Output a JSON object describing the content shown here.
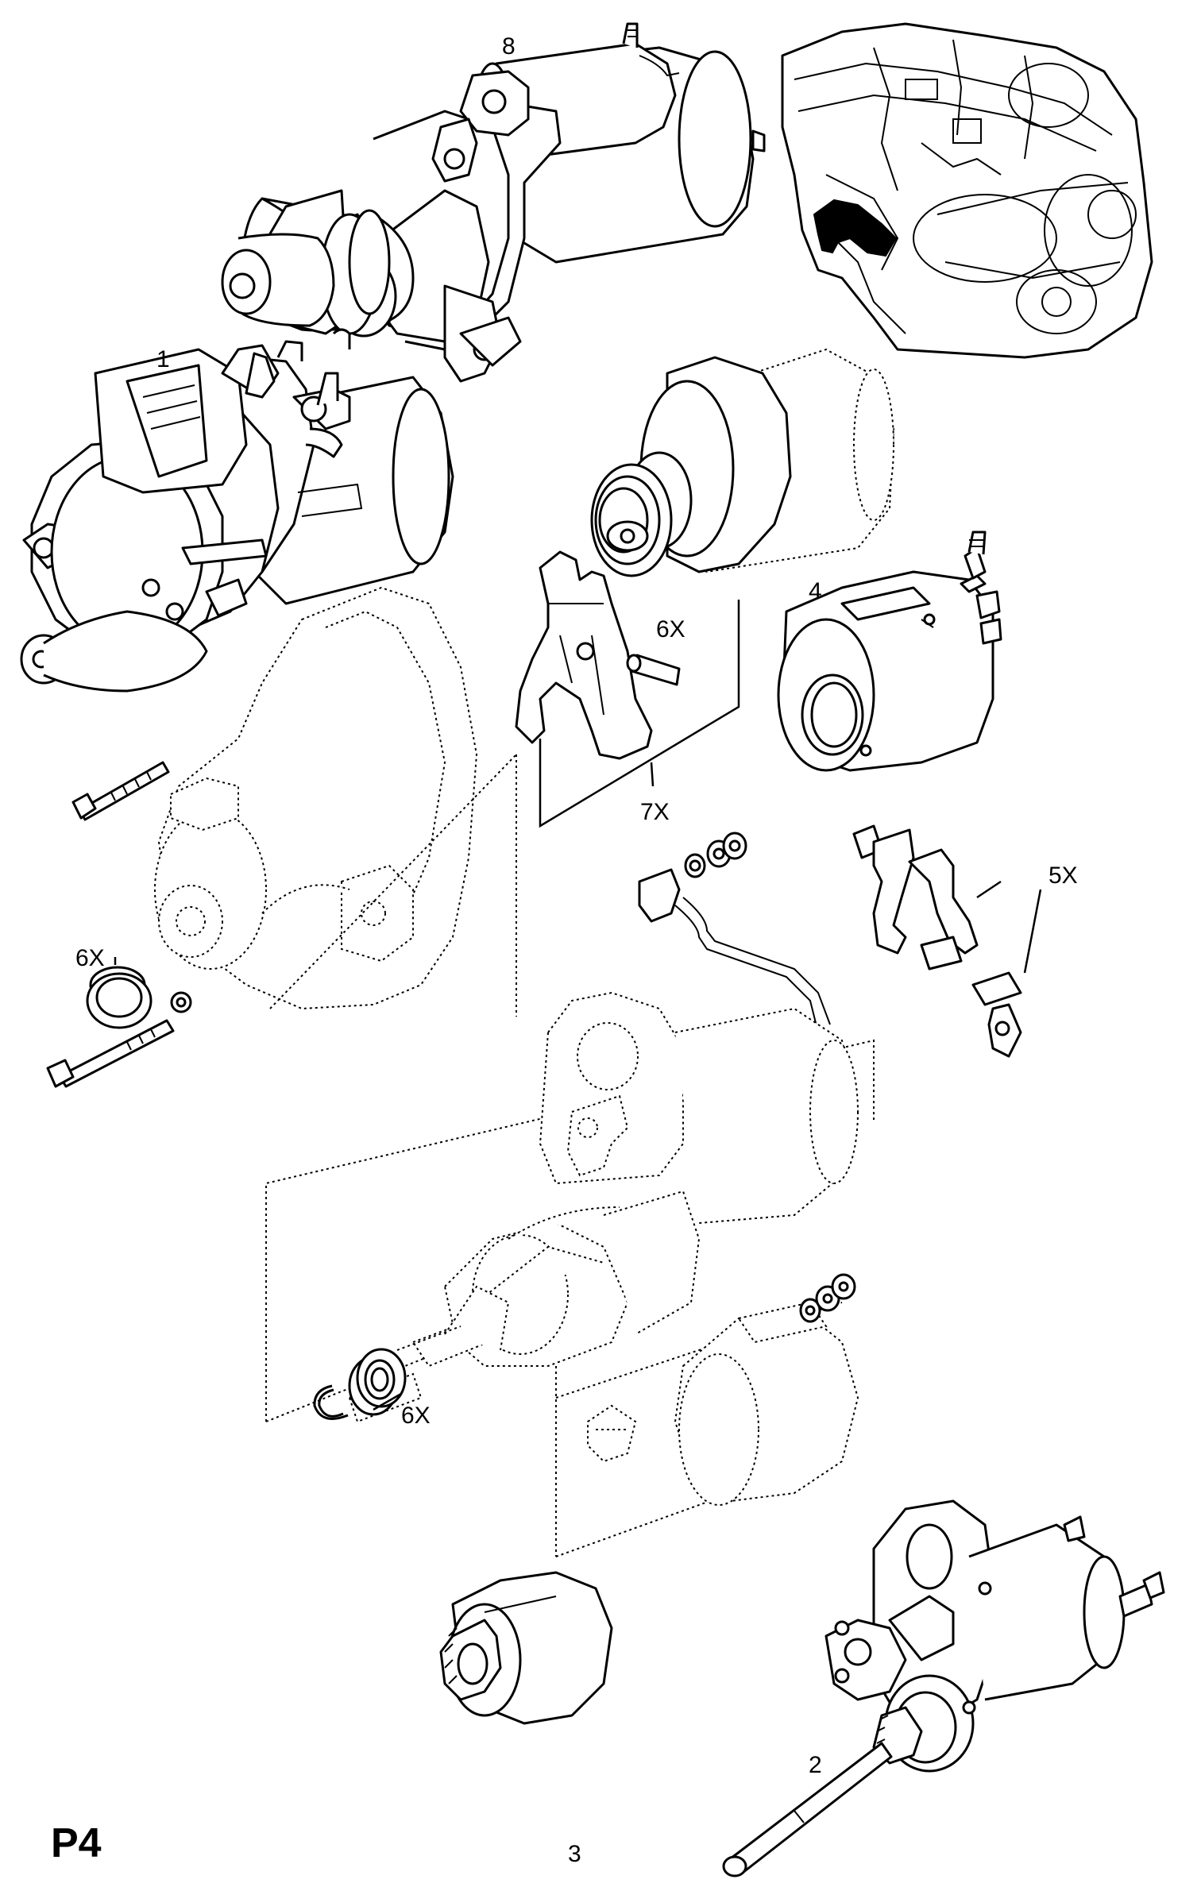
{
  "sheet_label": "P4",
  "callouts": {
    "c1": "1",
    "c2": "2",
    "c3": "3",
    "c4": "4",
    "c5": "5X",
    "c6a": "6X",
    "c6b": "6X",
    "c6c": "6X",
    "c7": "7X",
    "c8": "8"
  }
}
